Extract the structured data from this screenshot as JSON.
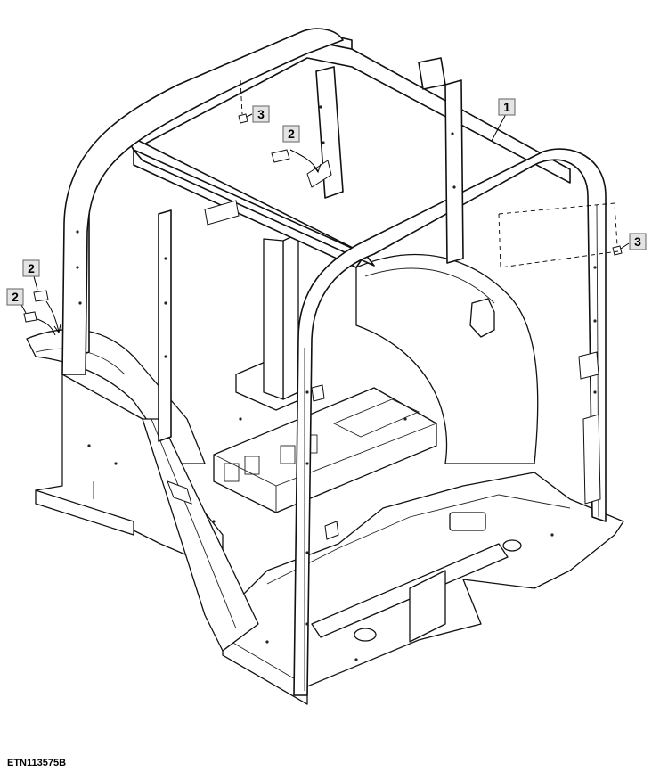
{
  "figure_id": "ETN113575B",
  "callouts": [
    {
      "label": "1"
    },
    {
      "label": "2"
    },
    {
      "label": "2"
    },
    {
      "label": "2"
    },
    {
      "label": "3"
    },
    {
      "label": "3"
    }
  ]
}
